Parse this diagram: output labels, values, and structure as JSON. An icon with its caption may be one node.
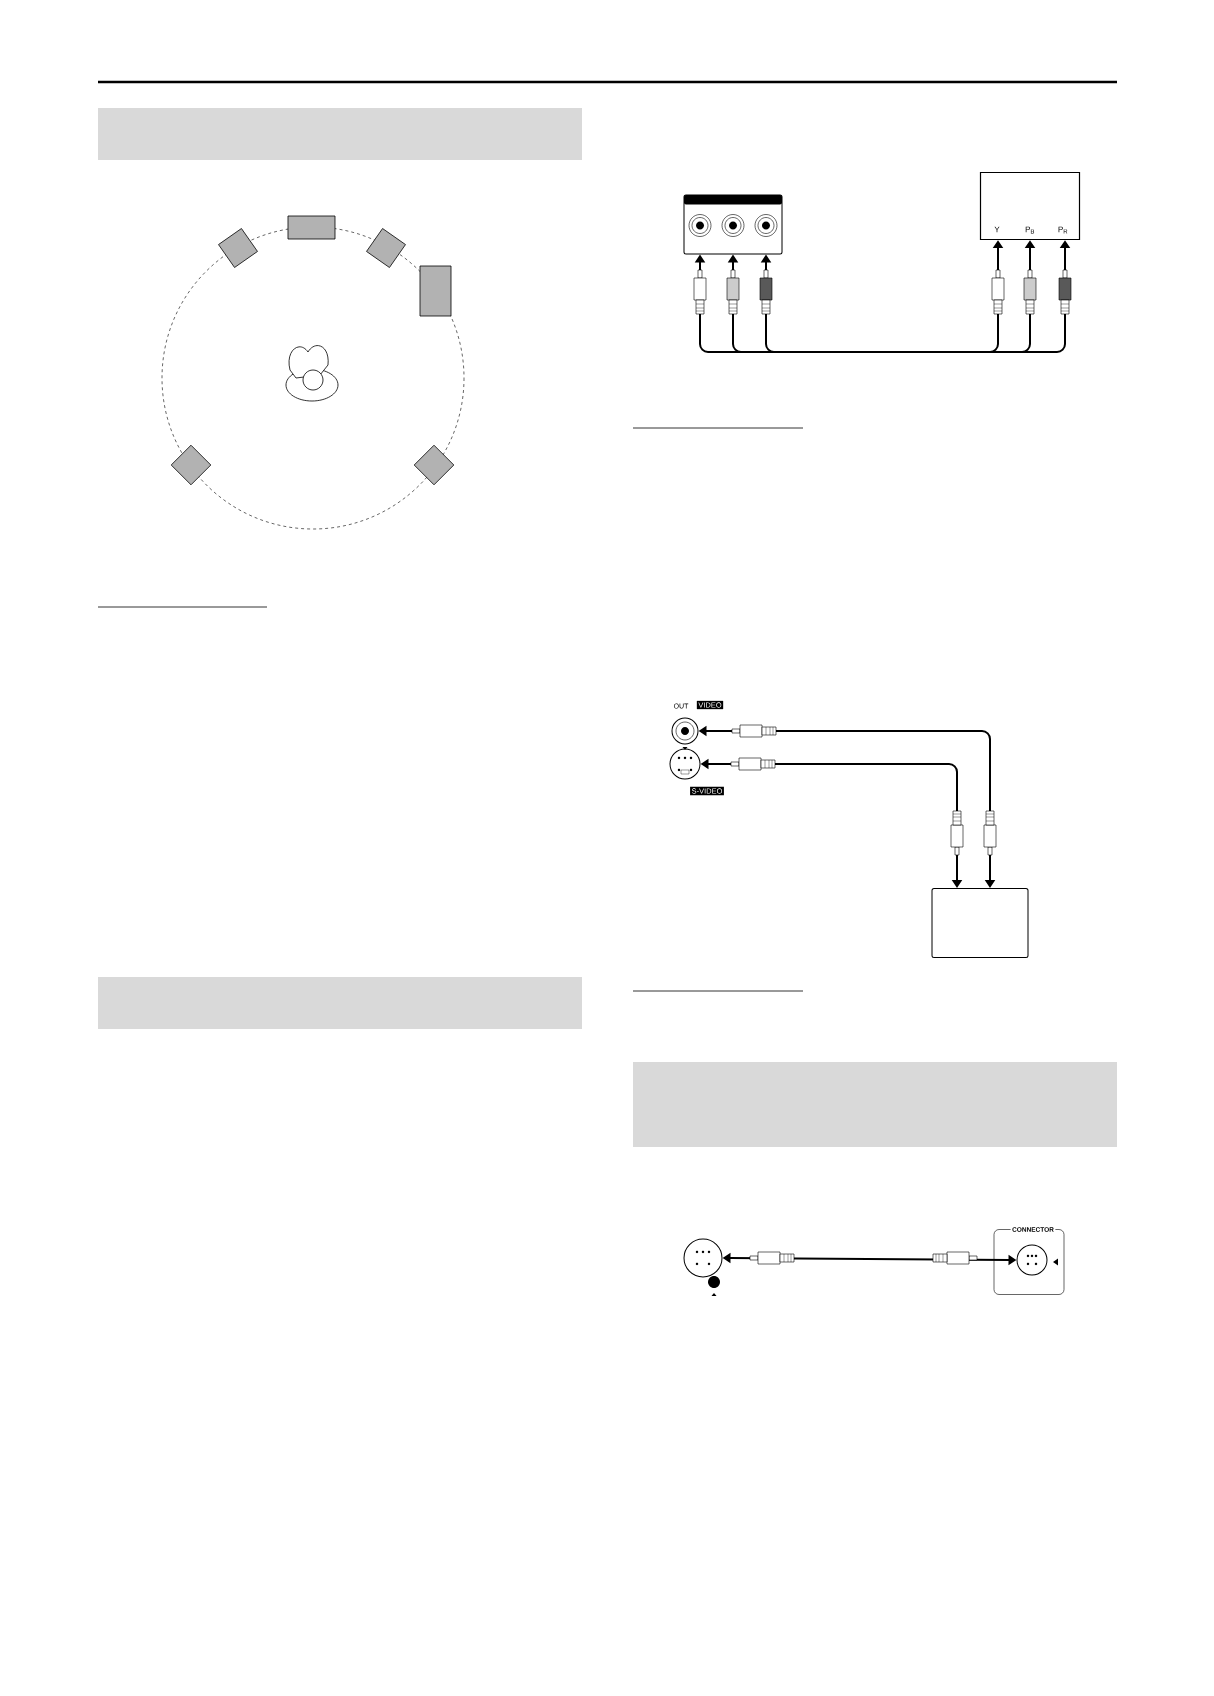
{
  "diagram": {
    "nodes": [
      {
        "text": [],
        "shape": "box"
      },
      {
        "text": [
          "Y",
          "P$_{B}$",
          "P$_{R}$"
        ]
      },
      {
        "text": [],
        "shape": "circle"
      },
      {
        "text": [],
        "shape": "circle"
      },
      {
        "text": [],
        "shape": "box"
      },
      {
        "text": [],
        "shape": "circle"
      },
      {
        "text": [
          "CONNECTOR"
        ]
      },
      {
        "text": [],
        "shape": "circle",
        "in": 6
      },
      {
        "text": [],
        "shape": "bar"
      },
      {
        "text": [],
        "shape": "bar"
      },
      {
        "text": [],
        "shape": "bar"
      }
    ],
    "edges": [
      {
        "from": 0,
        "to": 1,
        "arrow": "both"
      },
      {
        "from": 0,
        "to": 1,
        "arrow": "both"
      },
      {
        "from": 0,
        "to": 1,
        "arrow": "both"
      },
      {
        "from": 2,
        "to": 4,
        "arrow": "both"
      },
      {
        "from": 3,
        "to": 4,
        "arrow": "both"
      },
      {
        "from": 5,
        "to": 7,
        "arrow": "both"
      }
    ],
    "labels": [
      "OUT",
      "VIDEO",
      "S-VIDEO"
    ]
  }
}
